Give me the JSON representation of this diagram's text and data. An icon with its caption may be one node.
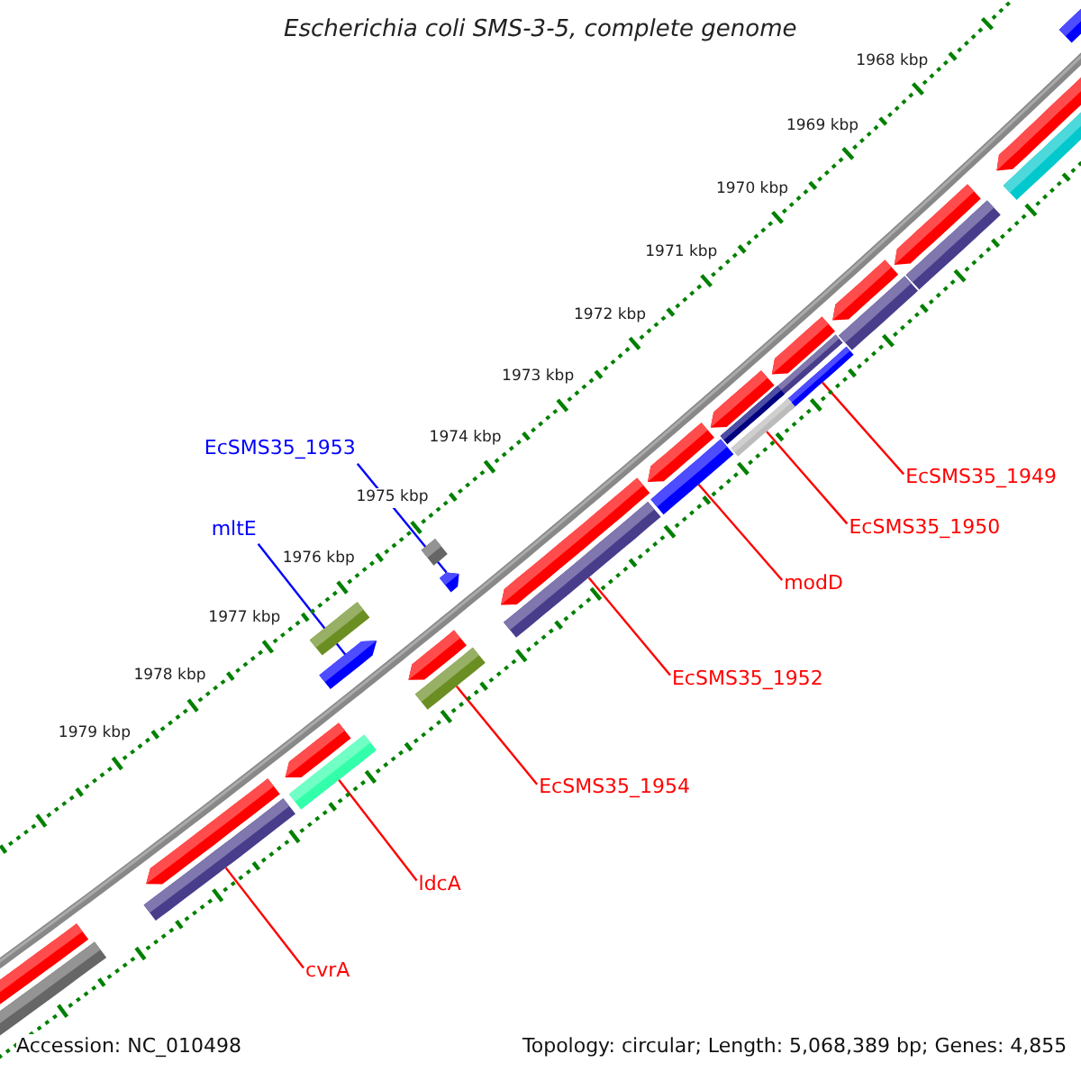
{
  "diagram": {
    "title": "Escherichia coli SMS-3-5, complete genome",
    "nodes": [
      {
        "text": [
          "EcSMS35_1953"
        ]
      },
      {
        "text": [],
        "shape": "arrow"
      },
      {
        "text": [
          "EcSMS35_1949"
        ]
      },
      {
        "text": [],
        "shape": "bar"
      },
      {
        "text": [
          "EcSMS35_1950"
        ]
      },
      {
        "text": [],
        "shape": "bar"
      },
      {
        "text": [
          "mltE"
        ]
      },
      {
        "text": [],
        "shape": "arrow"
      },
      {
        "text": [
          "modD"
        ]
      },
      {
        "text": [],
        "shape": "bar"
      },
      {
        "text": [
          "EcSMS35_1952"
        ]
      },
      {
        "text": [],
        "shape": "bar"
      },
      {
        "text": [
          "EcSMS35_1954"
        ]
      },
      {
        "text": [],
        "shape": "bar"
      },
      {
        "text": [
          "ldcA"
        ]
      },
      {
        "text": [],
        "shape": "bar"
      },
      {
        "text": [
          "cvrA"
        ]
      },
      {
        "text": [],
        "shape": "bar"
      },
      {
        "text": [],
        "shape": "arrow"
      }
    ],
    "edges": [
      {
        "from": 0,
        "to": 1,
        "arrow": "none",
        "color": "#0000ff"
      },
      {
        "from": 2,
        "to": 3,
        "arrow": "none"
      },
      {
        "from": 4,
        "to": 5,
        "arrow": "none"
      },
      {
        "from": 6,
        "to": 7,
        "arrow": "none",
        "color": "#0000ff"
      },
      {
        "from": 8,
        "to": 9,
        "arrow": "none"
      },
      {
        "from": 10,
        "to": 11,
        "arrow": "none"
      },
      {
        "from": 12,
        "to": 13,
        "arrow": "none"
      },
      {
        "from": 14,
        "to": 15,
        "arrow": "none"
      },
      {
        "from": 16,
        "to": 17,
        "arrow": "none"
      }
    ],
    "labels": [
      "1968 kbp",
      "1969 kbp",
      "1970 kbp",
      "1971 kbp",
      "1972 kbp",
      "1973 kbp",
      "1974 kbp",
      "1975 kbp",
      "1976 kbp",
      "1977 kbp",
      "1978 kbp",
      "1979 kbp",
      "Accession: NC_010498",
      "Topology: circular; Length: 5,068,389 bp; Genes: 4,855"
    ]
  }
}
